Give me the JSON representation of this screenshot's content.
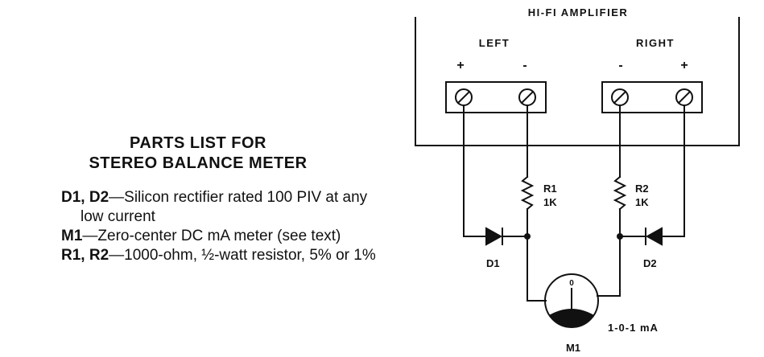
{
  "parts_list": {
    "title_line1": "PARTS LIST FOR",
    "title_line2": "STEREO BALANCE METER",
    "items": [
      {
        "ref": "D1, D2",
        "desc": "—Silicon rectifier rated 100 PIV at any low current"
      },
      {
        "ref": "M1",
        "desc": "—Zero-center DC mA meter (see text)"
      },
      {
        "ref": "R1, R2",
        "desc": "—1000-ohm, ½-watt resistor, 5% or 1%"
      }
    ]
  },
  "diagram": {
    "amplifier_label": "HI-FI AMPLIFIER",
    "left_label": "LEFT",
    "right_label": "RIGHT",
    "polarity": {
      "plus": "+",
      "minus": "-"
    },
    "r1_label": "R1",
    "r1_value": "1K",
    "r2_label": "R2",
    "r2_value": "1K",
    "d1_label": "D1",
    "d2_label": "D2",
    "meter_label": "M1",
    "meter_zero": "0",
    "meter_range": "1-0-1 mA"
  }
}
